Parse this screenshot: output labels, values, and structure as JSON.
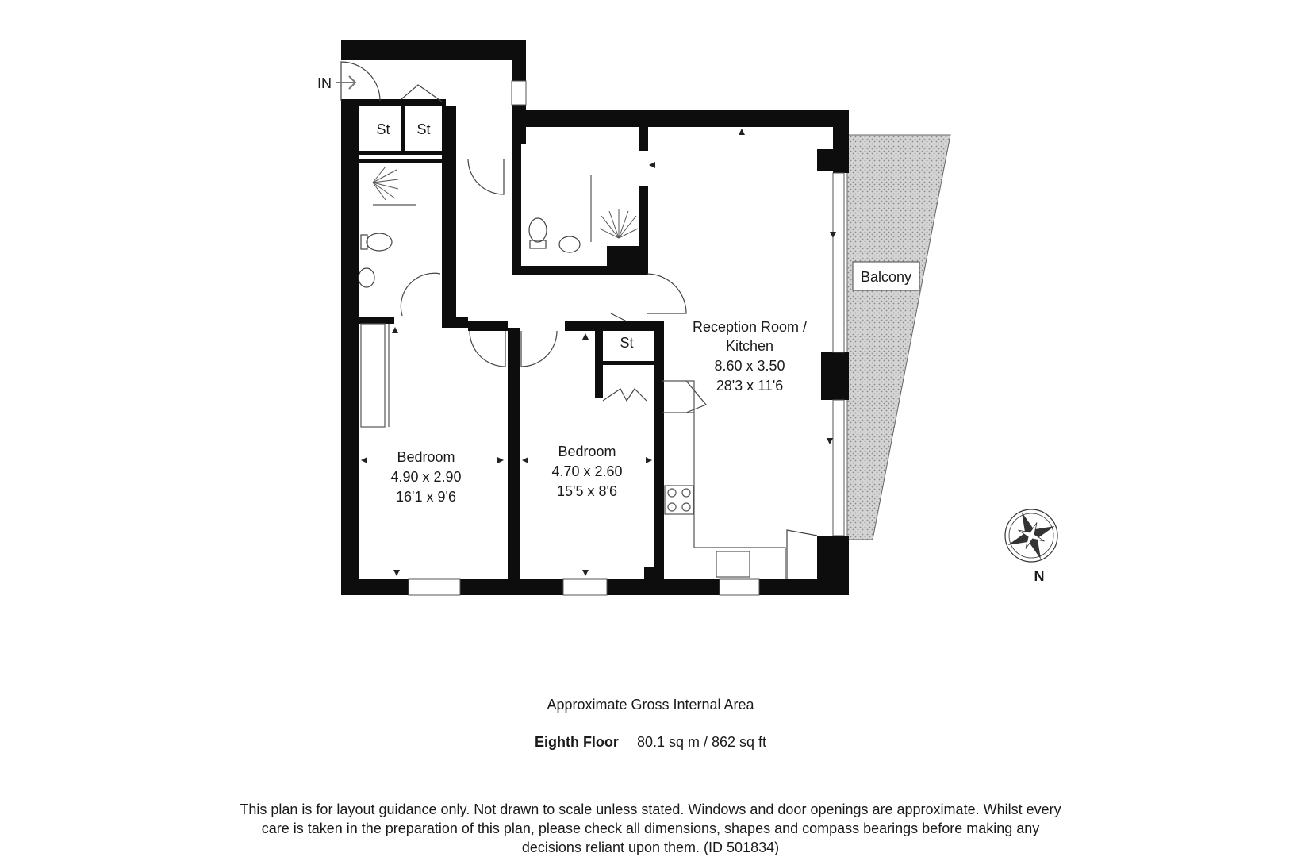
{
  "entrance_label": "IN",
  "storage_label": "St",
  "rooms": {
    "reception": {
      "name_line1": "Reception Room /",
      "name_line2": "Kitchen",
      "metric": "8.60 x 3.50",
      "imperial": "28'3 x 11'6"
    },
    "bedroom1": {
      "name": "Bedroom",
      "metric": "4.90 x 2.90",
      "imperial": "16'1 x 9'6"
    },
    "bedroom2": {
      "name": "Bedroom",
      "metric": "4.70 x 2.60",
      "imperial": "15'5 x 8'6"
    },
    "balcony": {
      "name": "Balcony"
    }
  },
  "compass": {
    "label": "N"
  },
  "area": {
    "title": "Approximate Gross Internal Area",
    "floor": "Eighth Floor",
    "size": "80.1 sq m / 862 sq ft"
  },
  "disclaimer": "This plan is for layout guidance only. Not drawn to scale unless stated. Windows and door openings are approximate. Whilst every care is taken in the preparation of this plan, please check all dimensions, shapes and compass bearings before making any decisions reliant upon them. (ID 501834)",
  "colors": {
    "wall": "#0d0d0d",
    "balcony_fill": "#cfcfcf",
    "line": "#555555"
  }
}
